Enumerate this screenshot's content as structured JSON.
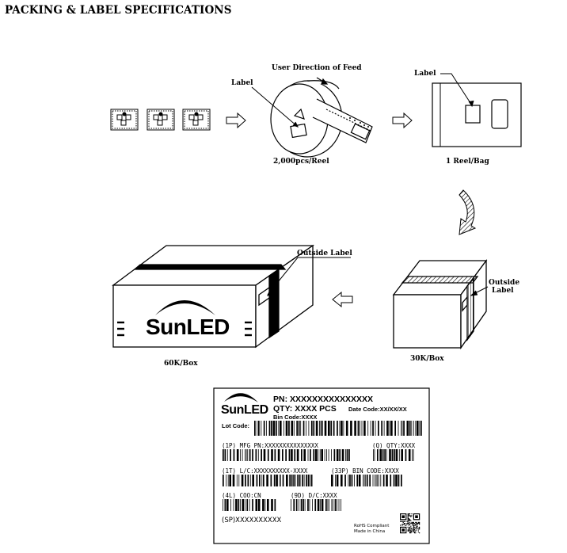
{
  "page": {
    "title": "PACKING & LABEL SPECIFICATIONS"
  },
  "reel_section": {
    "feed_direction": "User Direction of Feed",
    "reel_label": "Label",
    "reel_caption": "2,000pcs/Reel",
    "bag_label": "Label",
    "bag_caption": "1 Reel/Bag"
  },
  "box_section": {
    "large_box_label": "Outside Label",
    "large_box_brand": "SunLED",
    "large_box_caption": "60K/Box",
    "small_box_label_line1": "Outside",
    "small_box_label_line2": "Label",
    "small_box_caption": "30K/Box"
  },
  "label_card": {
    "brand": "SunLED",
    "pn": "PN: XXXXXXXXXXXXXXX",
    "qty": "QTY: XXXX PCS",
    "date_code": "Date Code:XX/XX/XX",
    "bin_code": "Bin Code:XXXX",
    "lot_code": "Lot Code:",
    "mfg_pn": "(1P) MFG PN:XXXXXXXXXXXXXXX",
    "q_qty": "(Q) QTY:XXXX",
    "lc": "(1T) L/C:XXXXXXXXXX-XXXX",
    "bin": "(33P) BIN CODE:XXXX",
    "coo": "(4L) COO:CN",
    "dc": "(9D) D/C:XXXX",
    "sp": "(SP)XXXXXXXXXX",
    "rohs": "RoHS Compliant",
    "made_in": "Made in China"
  }
}
